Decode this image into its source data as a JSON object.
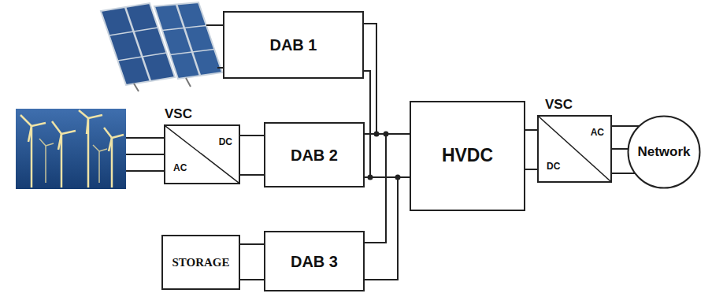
{
  "diagram": {
    "nodes": [
      {
        "text": [
          "DAB 1"
        ]
      },
      {
        "text": [
          "VSC",
          "DC",
          "AC"
        ]
      },
      {
        "text": [
          "DAB 2"
        ]
      },
      {
        "text": [
          "HVDC"
        ]
      },
      {
        "text": [
          "VSC",
          "AC",
          "DC"
        ]
      },
      {
        "text": [
          "Network"
        ]
      },
      {
        "text": [
          "STORAGE"
        ]
      },
      {
        "text": [
          "DAB 3"
        ]
      }
    ],
    "edges": [
      {
        "from": 0,
        "to": 3,
        "arrow": "none"
      },
      {
        "from": 1,
        "to": 2,
        "arrow": "none"
      },
      {
        "from": 2,
        "to": 3,
        "arrow": "none"
      },
      {
        "from": 7,
        "to": 3,
        "arrow": "none"
      },
      {
        "from": 6,
        "to": 7,
        "arrow": "none"
      },
      {
        "from": 3,
        "to": 4,
        "arrow": "none"
      },
      {
        "from": 4,
        "to": 5,
        "arrow": "none"
      }
    ]
  }
}
